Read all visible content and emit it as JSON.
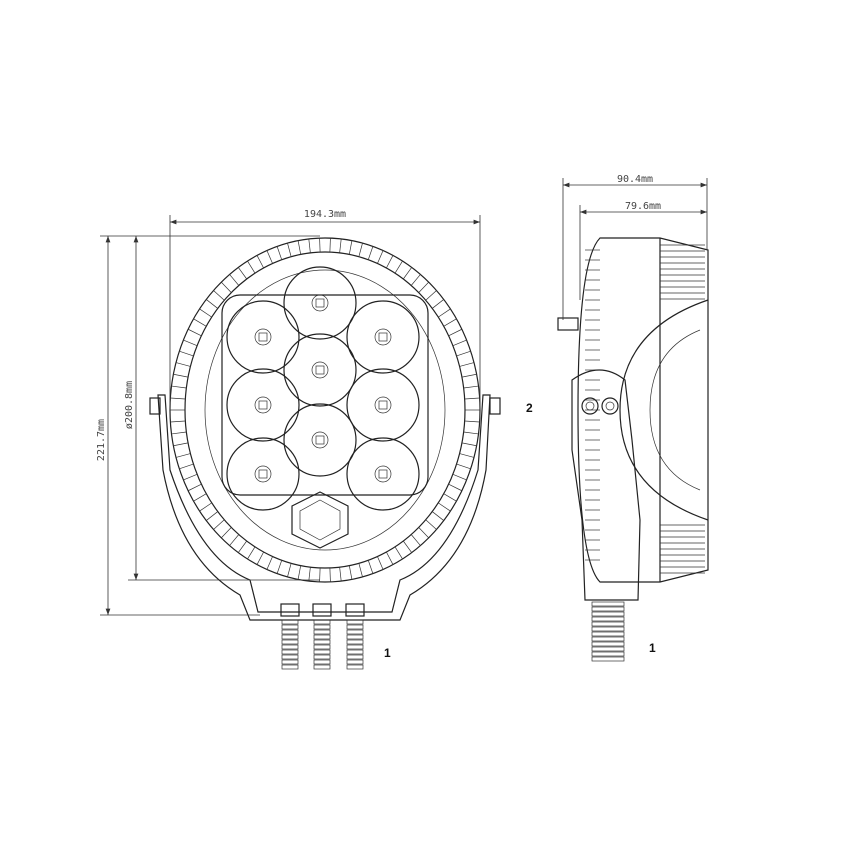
{
  "dimensions": {
    "front_width": "194.3mm",
    "front_height": "221.7mm",
    "front_diameter": "ø200.8mm",
    "side_depth_total": "90.4mm",
    "side_depth_body": "79.6mm"
  },
  "callouts": {
    "front_connector": "1",
    "side_mount": "2",
    "side_connector": "1"
  }
}
